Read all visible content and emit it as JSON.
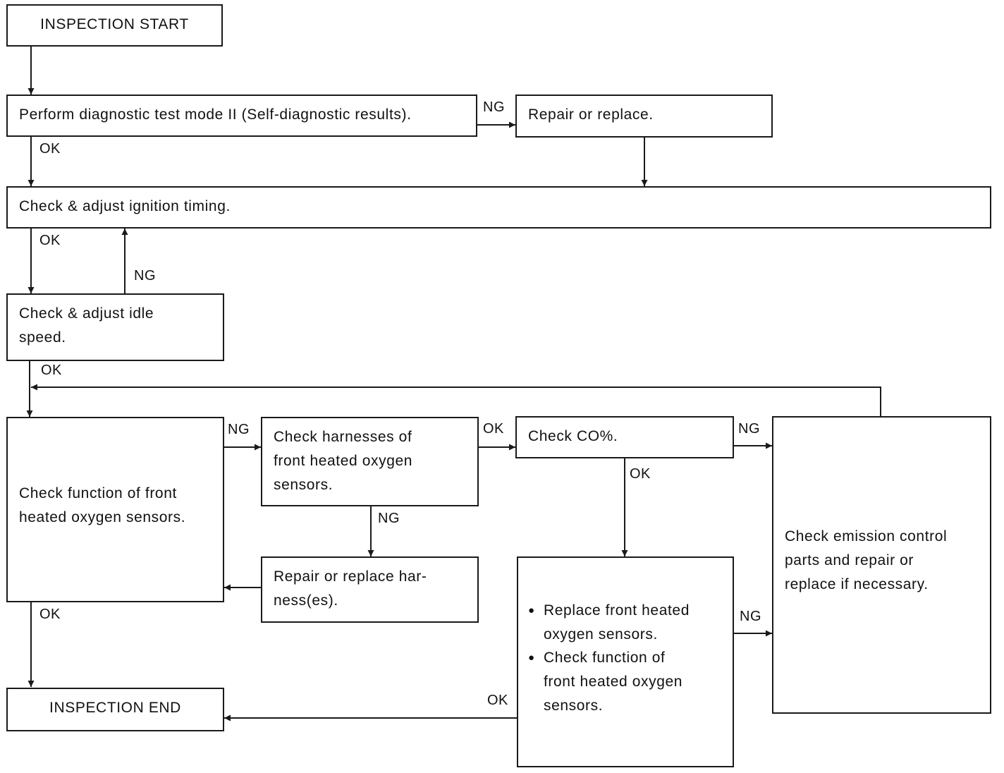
{
  "boxes": {
    "start": "INSPECTION START",
    "diag": "Perform diagnostic test mode II (Self-diagnostic results).",
    "repair1": "Repair or replace.",
    "ignition": "Check & adjust ignition timing.",
    "idle": "Check & adjust idle\nspeed.",
    "front_func": "Check function of front\nheated oxygen sensors.",
    "harness": "Check harnesses of\nfront heated oxygen\nsensors.",
    "co": "Check CO%.",
    "emission": "Check emission control\nparts and repair or\nreplace if necessary.",
    "repair_harness": "Repair or replace har-\nness(es).",
    "replace_bullets": [
      "Replace front heated\noxygen sensors.",
      "Check function of\nfront heated oxygen\nsensors."
    ],
    "end": "INSPECTION END"
  },
  "labels": {
    "ng_diag": "NG",
    "ok_diag": "OK",
    "ok_ign": "OK",
    "ng_idle": "NG",
    "ok_idle": "OK",
    "ng_front": "NG",
    "ok_harness": "OK",
    "ng_co": "NG",
    "ok_co": "OK",
    "ng_harness": "NG",
    "ok_front": "OK",
    "ng_replace": "NG",
    "ok_replace": "OK"
  }
}
